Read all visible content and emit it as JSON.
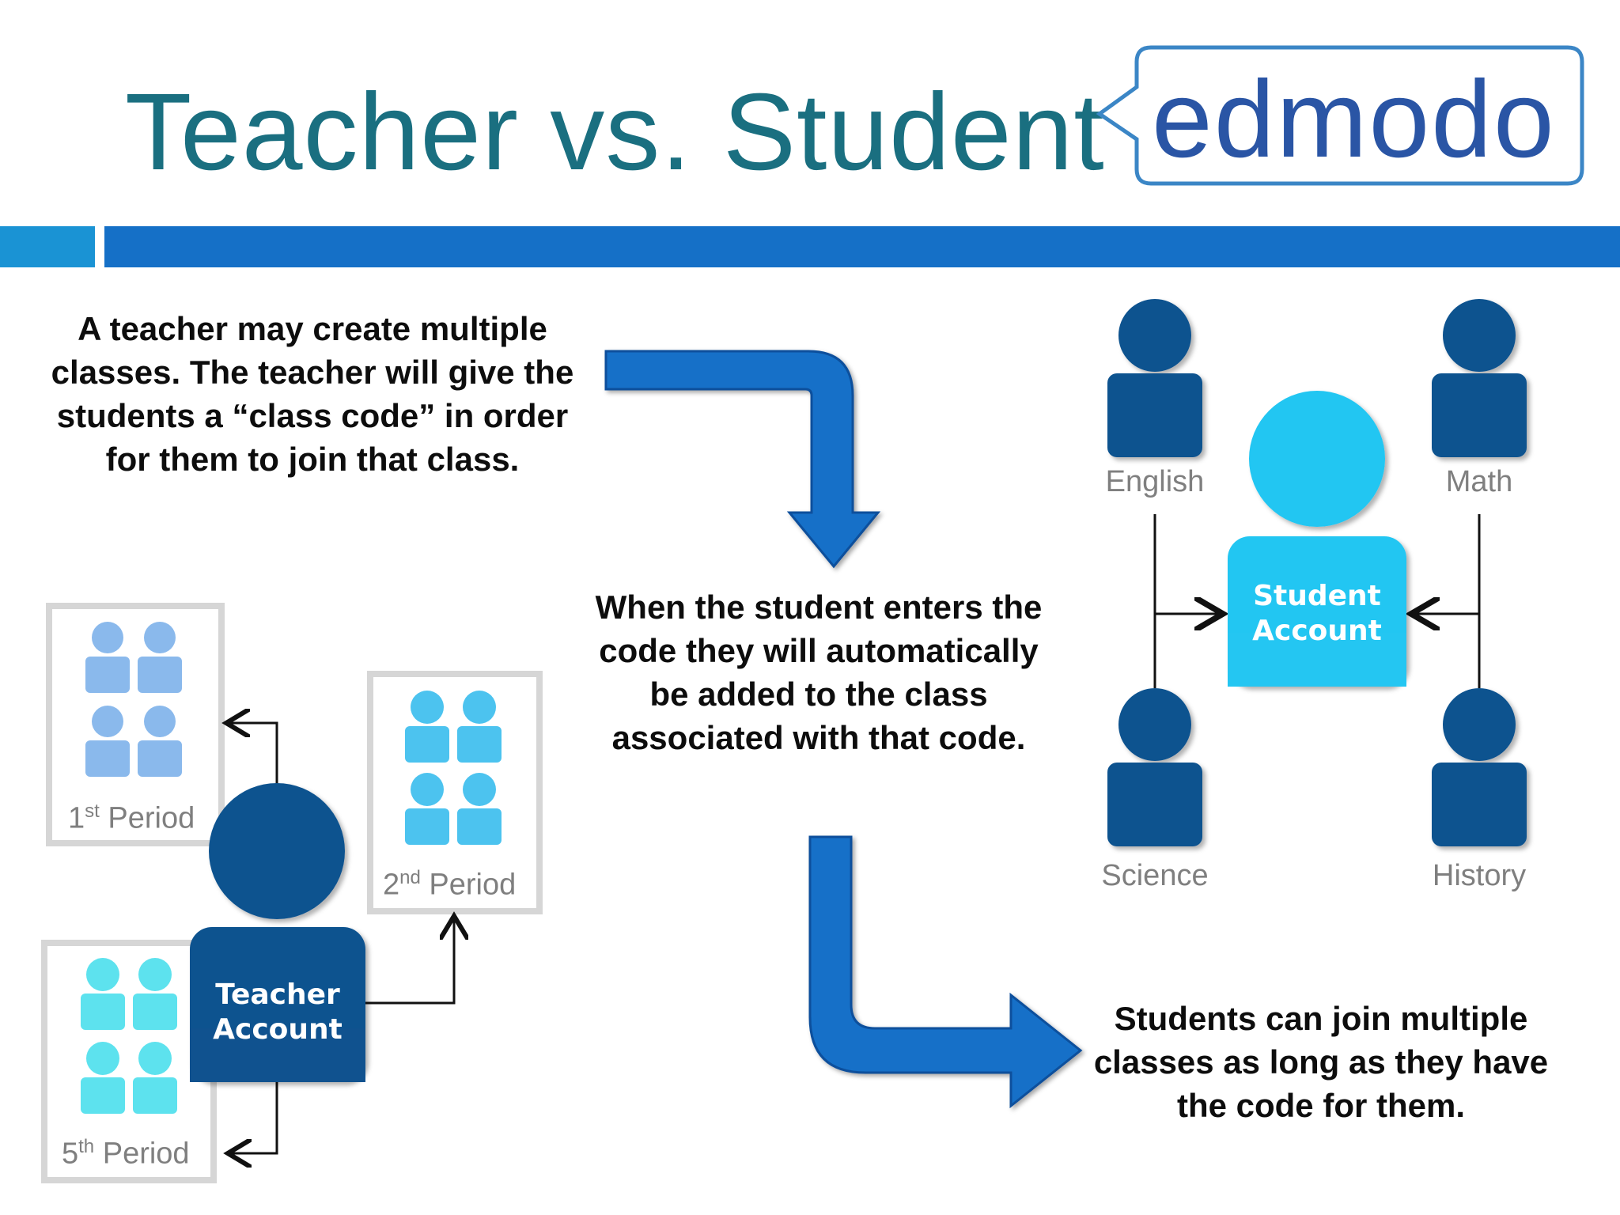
{
  "title": "Teacher vs. Student",
  "logo": {
    "text": "edmodo",
    "color": "#2a55a5"
  },
  "colors": {
    "title": "#1a6f80",
    "bar": "#1570c7",
    "bar_accent": "#1a93d4",
    "arrow": "#1270c8",
    "dark_person": "#10528f",
    "cyan_person": "#24c6f2"
  },
  "intro_text": "A teacher may create multiple classes. The teacher will give the students a “class code” in order for them to join that class.",
  "middle_text": "When the student enters the code they will automatically be added to the class associated with that code.",
  "outro_text": "Students can join multiple classes as long as they have the code for them.",
  "teacher": {
    "account_line1": "Teacher",
    "account_line2": "Account",
    "periods": [
      {
        "num": "1",
        "sup": "st",
        "word": "Period"
      },
      {
        "num": "2",
        "sup": "nd",
        "word": "Period"
      },
      {
        "num": "5",
        "sup": "th",
        "word": "Period"
      }
    ]
  },
  "student": {
    "account_line1": "Student",
    "account_line2": "Account",
    "classes": [
      "English",
      "Math",
      "Science",
      "History"
    ]
  }
}
